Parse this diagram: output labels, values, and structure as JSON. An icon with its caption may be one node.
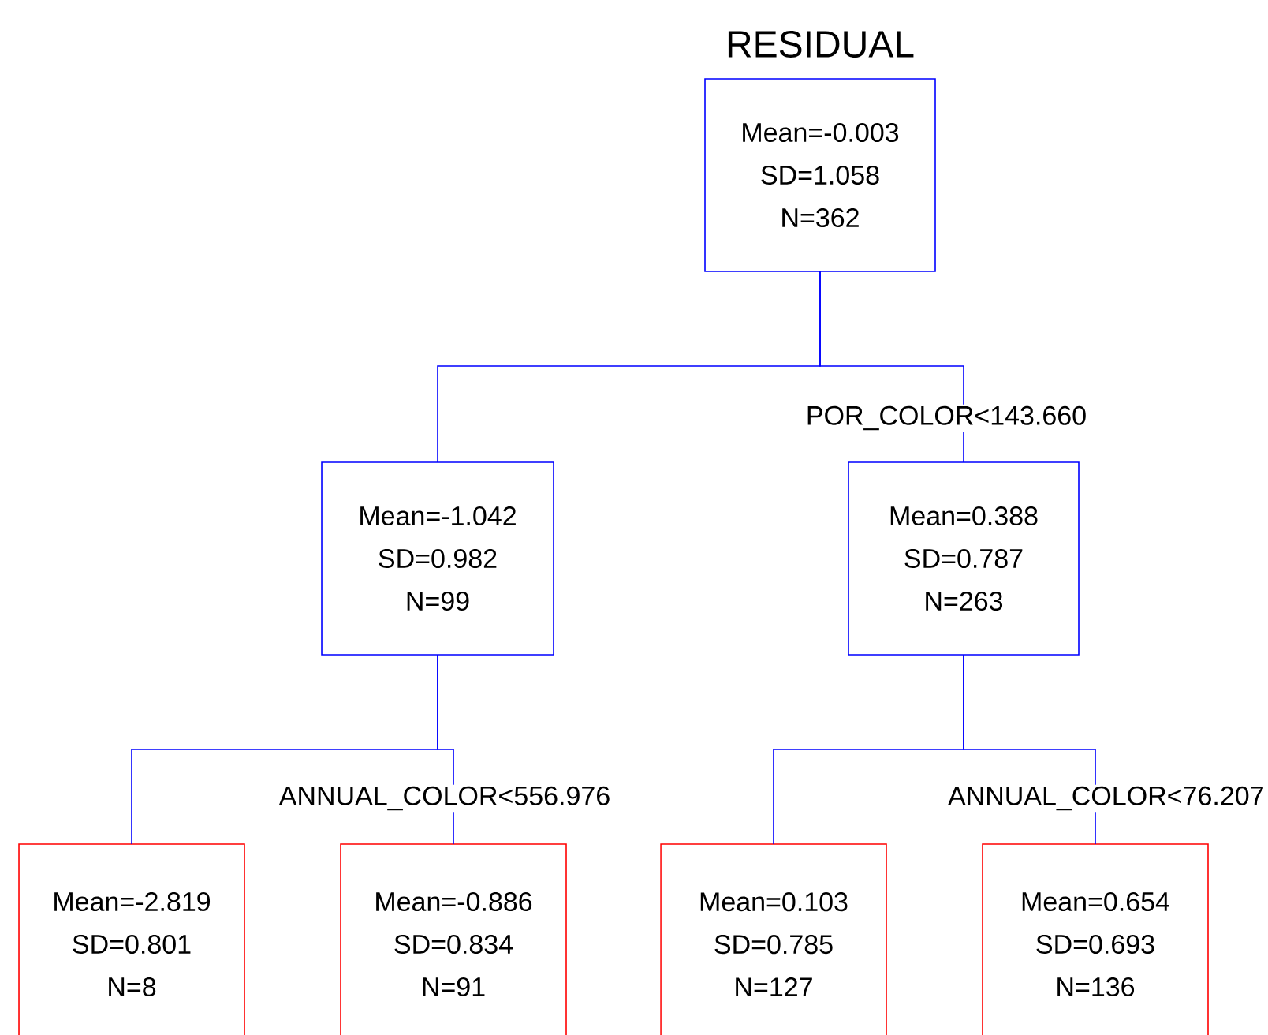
{
  "diagram": {
    "title": "RESIDUAL",
    "nodes": [
      {
        "text": [
          "Mean=-0.003",
          "SD=1.058",
          "N=362"
        ]
      },
      {
        "text": [
          "Mean=-1.042",
          "SD=0.982",
          "N=99"
        ]
      },
      {
        "text": [
          "Mean=0.388",
          "SD=0.787",
          "N=263"
        ]
      },
      {
        "text": [
          "Mean=-2.819",
          "SD=0.801",
          "N=8"
        ]
      },
      {
        "text": [
          "Mean=-0.886",
          "SD=0.834",
          "N=91"
        ]
      },
      {
        "text": [
          "Mean=0.103",
          "SD=0.785",
          "N=127"
        ]
      },
      {
        "text": [
          "Mean=0.654",
          "SD=0.693",
          "N=136"
        ]
      }
    ],
    "edges": [
      {
        "from": 0,
        "to": 1,
        "arrow": "none"
      },
      {
        "from": 0,
        "to": 2,
        "arrow": "none",
        "label": "POR_COLOR<143.660"
      },
      {
        "from": 1,
        "to": 3,
        "arrow": "none"
      },
      {
        "from": 1,
        "to": 4,
        "arrow": "none",
        "label": "ANNUAL_COLOR<556.976"
      },
      {
        "from": 2,
        "to": 5,
        "arrow": "none"
      },
      {
        "from": 2,
        "to": 6,
        "arrow": "none",
        "label": "ANNUAL_COLOR<76.207"
      }
    ]
  }
}
